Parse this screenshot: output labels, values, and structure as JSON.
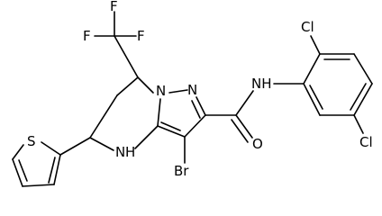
{
  "structure": {
    "background_color": "#ffffff",
    "bond_color": "#000000",
    "atom_labels": {
      "F_top": "F",
      "F_left": "F",
      "F_right": "F",
      "N_ring": "N",
      "N_pyrazole": "N",
      "NH_amide": "NH",
      "NH_ring": "H",
      "NH_ring_N": "N",
      "NH_ring_bottom": "H",
      "O": "O",
      "Br": "Br",
      "Cl_top": "Cl",
      "Cl_bottom": "Cl",
      "S": "S"
    }
  }
}
